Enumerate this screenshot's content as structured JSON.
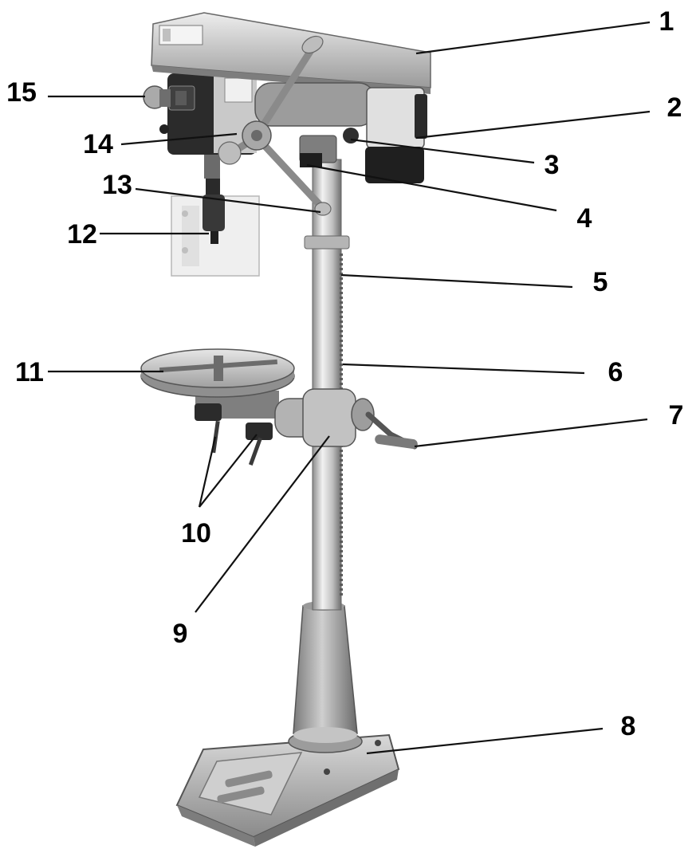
{
  "figure": {
    "subject": "pillar-drill-illustration",
    "colors": {
      "metal_light": "#d9d9d9",
      "metal_mid": "#a6a6a6",
      "metal_dark": "#595959",
      "black": "#1a1a1a",
      "guard": "#e8e8e8",
      "label": "#000000"
    }
  },
  "callouts": [
    {
      "number": "1"
    },
    {
      "number": "2"
    },
    {
      "number": "3"
    },
    {
      "number": "4"
    },
    {
      "number": "5"
    },
    {
      "number": "6"
    },
    {
      "number": "7"
    },
    {
      "number": "8"
    },
    {
      "number": "9"
    },
    {
      "number": "10"
    },
    {
      "number": "11"
    },
    {
      "number": "12"
    },
    {
      "number": "13"
    },
    {
      "number": "14"
    },
    {
      "number": "15"
    }
  ]
}
